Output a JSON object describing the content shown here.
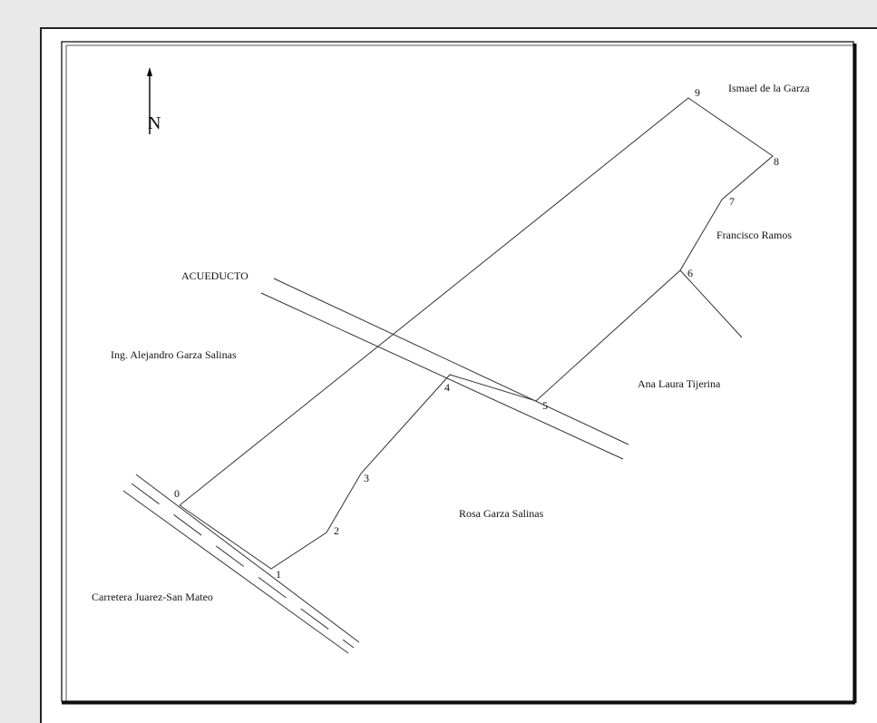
{
  "map": {
    "north_label": "N",
    "owners": {
      "north_east": "Ismael de la Garza",
      "east": "Francisco Ramos",
      "south_east": "Ana Laura Tijerina",
      "south": "Rosa Garza Salinas",
      "west": "Ing. Alejandro Garza Salinas"
    },
    "features": {
      "aqueduct": "ACUEDUCTO",
      "highway": "Carretera Juarez-San Mateo"
    },
    "vertices": [
      "0",
      "1",
      "2",
      "3",
      "4",
      "5",
      "6",
      "7",
      "8",
      "9"
    ]
  }
}
